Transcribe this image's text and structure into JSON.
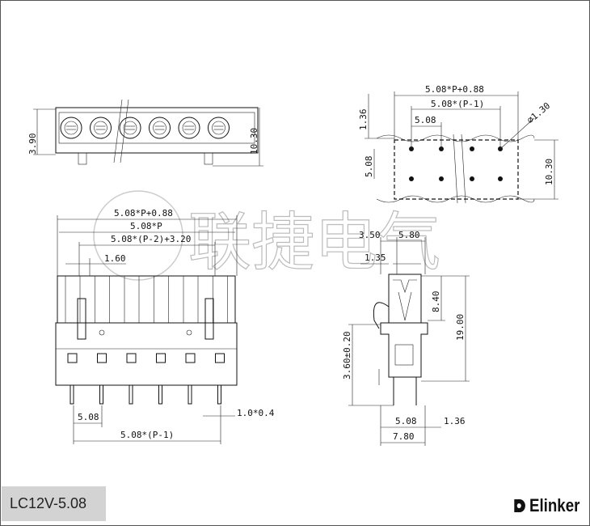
{
  "watermark": "联捷电气",
  "part_number": "LC12V-5.08",
  "brand": "Elinker",
  "top_view": {
    "dims": {
      "height_left": "3.90",
      "height_right": "10.30"
    }
  },
  "pcb_layout": {
    "dims": {
      "overall": "5.08*P+0.88",
      "pitch_span": "5.08*(P-1)",
      "pitch": "5.08",
      "offset": "1.36",
      "row_spacing": "5.08",
      "height": "10.30",
      "hole": "⌀1.30"
    }
  },
  "front_view": {
    "dims": {
      "overall": "5.08*P+0.88",
      "body": "5.08*P",
      "inner": "5.08*(P-2)+3.20",
      "edge": "1.60",
      "pitch": "5.08",
      "pin": "1.0*0.4",
      "pin_span": "5.08*(P-1)"
    }
  },
  "side_view": {
    "dims": {
      "a": "3.50",
      "b": "5.80",
      "c": "1.35",
      "upper": "8.40",
      "total": "19.00",
      "pin_len": "3.60±0.20",
      "pin_pitch": "5.08",
      "pin_off": "1.36",
      "depth": "7.80"
    }
  }
}
